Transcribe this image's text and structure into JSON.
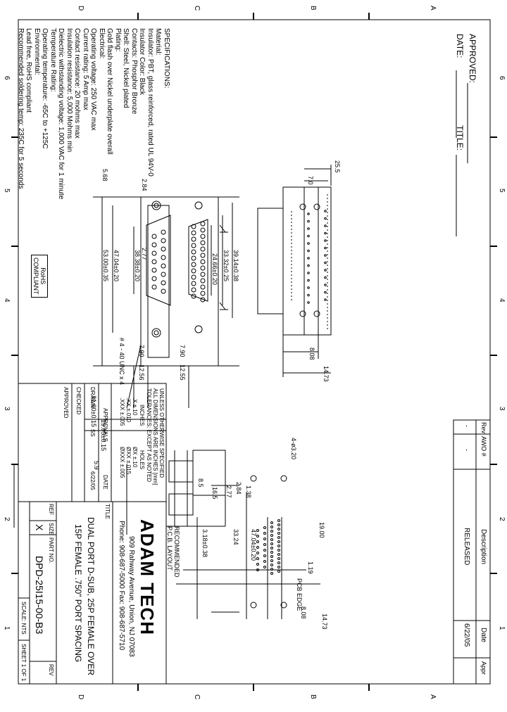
{
  "approval": {
    "approved_label": "APPROVED:",
    "date_label": "DATE:",
    "title_label": "TITLE:"
  },
  "specs": {
    "heading": "SPECIFICATIONS:",
    "lines": [
      "Material:",
      "Insulator: PBT, glass reinforced, rated UL 94V-0",
      "Insulator Color: Black",
      "Contacts: Phosphor Bronze",
      "Shell: Steel, Nickel plated",
      "Plating:",
      "Gold flash over Nickel underplate overall",
      "Electrical:",
      "Operating voltage: 250 VAC max",
      "Current rating: 5 Amp max",
      "Contact resistance: 20 mohms max",
      "Insulation resistance: 5,000 Mohms min",
      "Dielectric withstanding voltage: 1,000 VAC for 1 minute",
      "Temperature Rating:",
      "Operating temperature: -65C to +125C",
      "Environmental:",
      "Lead free, RoHS compliant",
      "Recommended soldering temp: 235C for 5 seconds"
    ]
  },
  "rohs": {
    "line1": "RoHS",
    "line2": "COMPLIANT"
  },
  "zones": {
    "rows": [
      "A",
      "B",
      "C",
      "D"
    ],
    "cols": [
      "6",
      "5",
      "4",
      "3",
      "2",
      "1"
    ]
  },
  "revision": {
    "headers": [
      "Rev",
      "AWO #",
      "Description",
      "Date",
      "Appr"
    ],
    "row": [
      "-",
      "-",
      "RELEASED",
      "6/22/05",
      ""
    ]
  },
  "dims": {
    "side_25_5": "25.5",
    "side_7_0": "7.0",
    "side_8_08": "8.08",
    "side_14_73": "14.73",
    "front_5_68": "5.68",
    "front_2_84": "2.84",
    "front_53_00": "53.00±0.35",
    "front_47_04": "47.04±0.20",
    "front_38_38": "38.38±0.20",
    "front_2_77": "2.77",
    "front_24_66": "24.66±0.20",
    "front_33_32": "33.32±0.25",
    "front_39_14": "39.14±0.38",
    "front_7_90_a": "7.90",
    "front_12_55": "12.55",
    "front_7_90_b": "7.90",
    "front_12_56": "12.56",
    "front_thread": "# 4 - 40 UNC x 4",
    "end_31_60": "31.60±0.15",
    "end_19_05": "19.05±0.15",
    "end_5_9": "5.9",
    "end_8_5": "8.5",
    "end_16_5": "16.5",
    "end_3_18": "3.18±0.38",
    "pcb_hole": "4-ø3.20",
    "pcb_1_38": "1.38",
    "pcb_2_84": "2.84",
    "pcb_2_77": "2.77",
    "pcb_33_24": "33.24",
    "pcb_47_04": "47.04±0.20",
    "pcb_19_00": "19.00",
    "pcb_1_19": "1.19",
    "pcb_8_08": "8.08",
    "pcb_14_73": "14.73",
    "pcb_edge": "PCB EDGE",
    "pcb_caption_1": "RECOMMENDED",
    "pcb_caption_2": "P.C.B. LAYOUT"
  },
  "title_block": {
    "tol_1": "UNLESS OTHERWISE SPECIFIED",
    "tol_2": "ALL DIMENSIONS ARE INCHES [mm]",
    "tol_3": "TOLERANCES: EXCEPT AS NOTED",
    "tol_inches": "INCHES",
    "tol_holes": "HOLES",
    "tol_x": ".X    ±.10",
    "tol_xx": ".XX   ±.010",
    "tol_xxx": ".XXX  ±.005",
    "tol_hx": "ØX    ±.10",
    "tol_hxx": "ØXX   ±.015",
    "tol_hxxx": "ØXXX  ±.005",
    "approvals": "APPROVALS",
    "date_hdr": "DATE",
    "drawn": "DRAWN",
    "drawn_by": "SS",
    "drawn_date": "6/22/05",
    "checked": "CHECKED",
    "approved": "APPROVED",
    "company": "ADAM TECH",
    "address": "909 Rahway Avenue, Union, NJ 07083",
    "phone": "Phone: 908-687-5000  Fax: 908-687-5710",
    "title_label": "TITLE",
    "title_1": "DUAL PORT D-SUB, 25P FEMALE OVER",
    "title_2": "15P FEMALE .750\" PORT SPACING",
    "ref": "REF",
    "size_label": "SIZE",
    "size": "X",
    "part_label": "PART NO.",
    "part_no": "DPD-25I15-00-B3",
    "rev_label": "REV",
    "scale": "SCALE: NTS",
    "sheet": "SHEET 1 OF 1"
  }
}
